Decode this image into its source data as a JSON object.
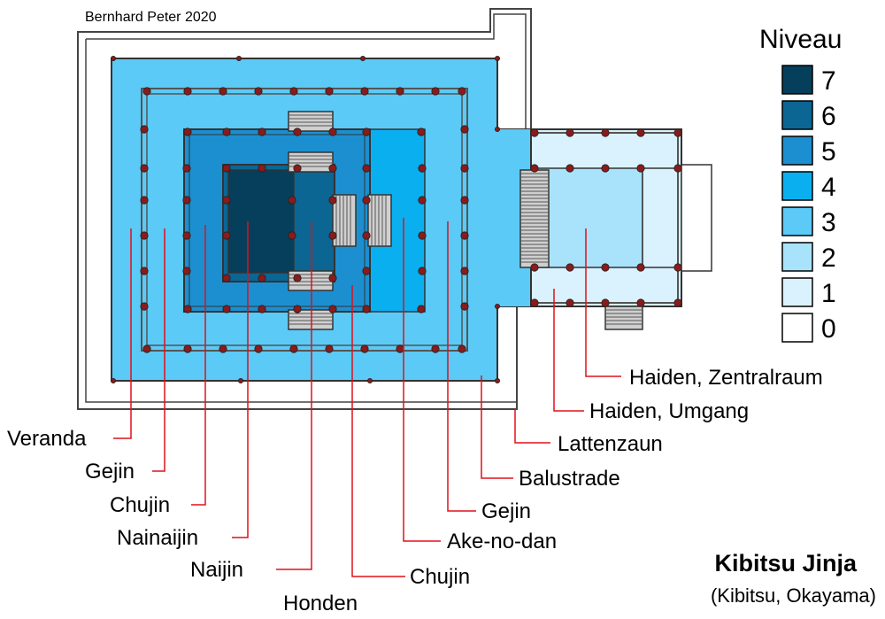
{
  "author": "Bernhard Peter 2020",
  "legend": {
    "title": "Niveau",
    "items": [
      {
        "label": "7",
        "color": "#063f5c"
      },
      {
        "label": "6",
        "color": "#0b6694"
      },
      {
        "label": "5",
        "color": "#1c8fd0"
      },
      {
        "label": "4",
        "color": "#0aaff0"
      },
      {
        "label": "3",
        "color": "#5bcaf6"
      },
      {
        "label": "2",
        "color": "#a8e3fb"
      },
      {
        "label": "1",
        "color": "#d9f2fd"
      },
      {
        "label": "0",
        "color": "#ffffff"
      }
    ]
  },
  "labels": {
    "veranda": "Veranda",
    "gejin_left": "Gejin",
    "chujin_left": "Chujin",
    "nainaijin": "Nainaijin",
    "naijin": "Naijin",
    "honden": "Honden",
    "chujin_right": "Chujin",
    "ake_no_dan": "Ake-no-dan",
    "gejin_right": "Gejin",
    "balustrade": "Balustrade",
    "lattenzaun": "Lattenzaun",
    "haiden_umgang": "Haiden, Umgang",
    "haiden_zentralraum": "Haiden, Zentralraum"
  },
  "title": "Kibitsu Jinja",
  "subtitle": "(Kibitsu, Okayama)",
  "colors": {
    "pillar": "#8b1a1a",
    "leader": "#e0101a",
    "wall": "#444444",
    "stair": "#cfcfcf"
  }
}
